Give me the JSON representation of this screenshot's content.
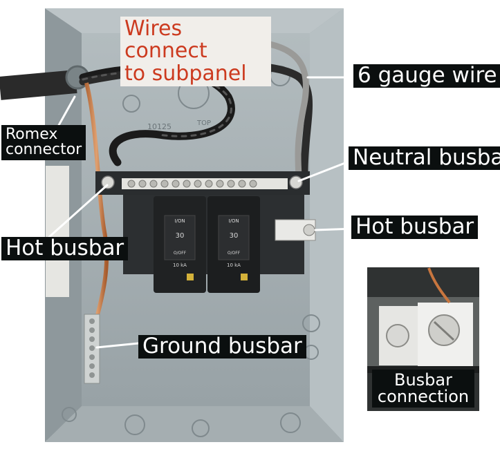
{
  "title_label": {
    "line1": "Wires connect",
    "line2": "to subpanel"
  },
  "labels": {
    "six_gauge": "6 gauge wire",
    "romex_line1": "Romex",
    "romex_line2": "connector",
    "neutral_busbar": "Neutral busbar",
    "hot_busbar_right": "Hot busbar",
    "hot_busbar_left": "Hot busbar",
    "ground_busbar": "Ground busbar",
    "busbar_connection_line1": "Busbar",
    "busbar_connection_line2": "connection"
  },
  "panel_marks": {
    "stamp": "10125",
    "top_text": "TOP"
  },
  "breakers": [
    {
      "rating": "30",
      "top": "I/ON",
      "bottom": "O/OFF",
      "ka": "10 kA"
    },
    {
      "rating": "30",
      "top": "I/ON",
      "bottom": "O/OFF",
      "ka": "10 kA"
    }
  ],
  "colors": {
    "label_bg": "#0b0f0f",
    "label_text": "#ffffff",
    "title_text": "#cc3a1f",
    "title_bg": "#f1eeea",
    "leader_line": "#ffffff"
  }
}
